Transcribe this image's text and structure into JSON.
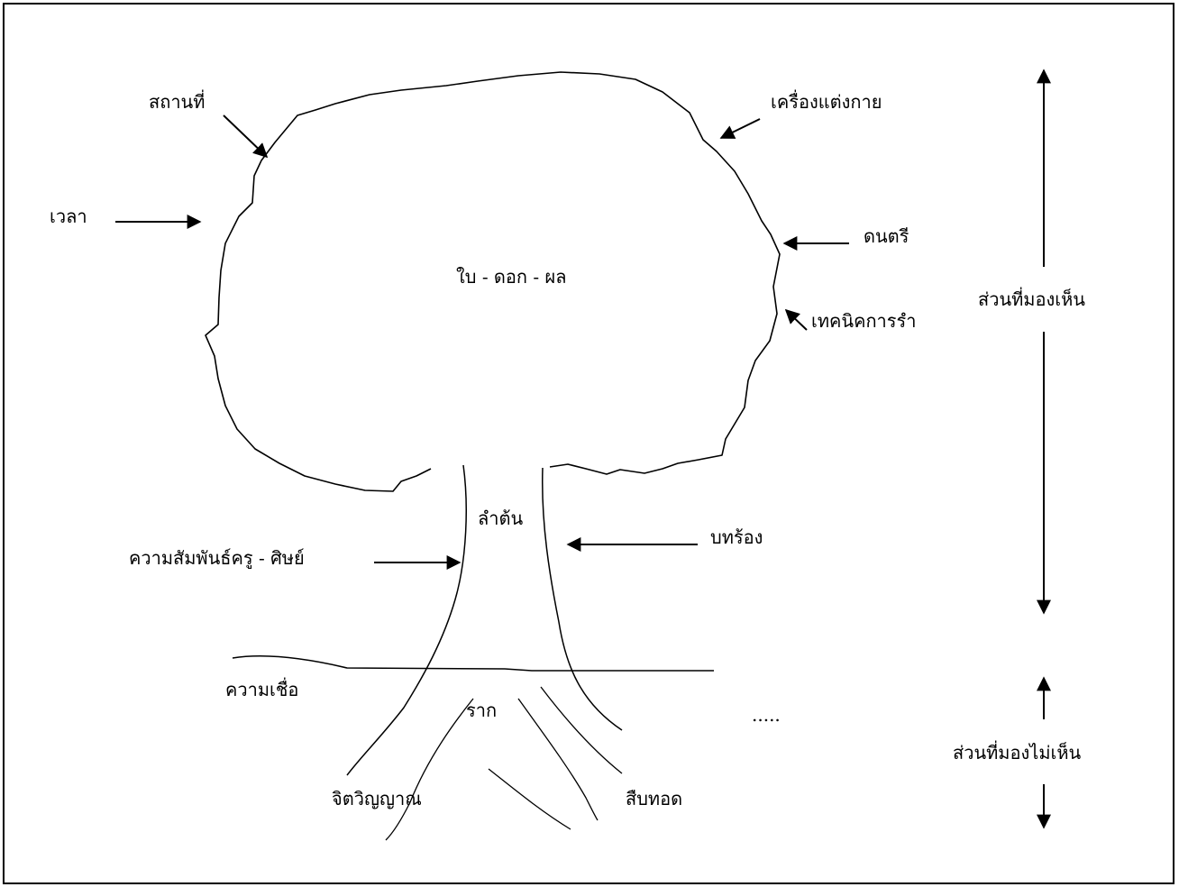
{
  "labels": {
    "place": "สถานที่",
    "costume": "เครื่องแต่งกาย",
    "time": "เวลา",
    "music": "ดนตรี",
    "leaves": "ใบ - ดอก - ผล",
    "dance_technique": "เทคนิคการรำ",
    "visible_part": "ส่วนที่มองเห็น",
    "trunk": "ลำต้น",
    "lyrics": "บทร้อง",
    "teacher_student": "ความสัมพันธ์ครู - ศิษย์",
    "belief": "ความเชื่อ",
    "root": "ราก",
    "more": ".....",
    "invisible_part": "ส่วนที่มองไม่เห็น",
    "spirit": "จิตวิญญาณ",
    "inheritance": "สืบทอด"
  },
  "colors": {
    "ink": "#000000",
    "background": "#ffffff"
  }
}
